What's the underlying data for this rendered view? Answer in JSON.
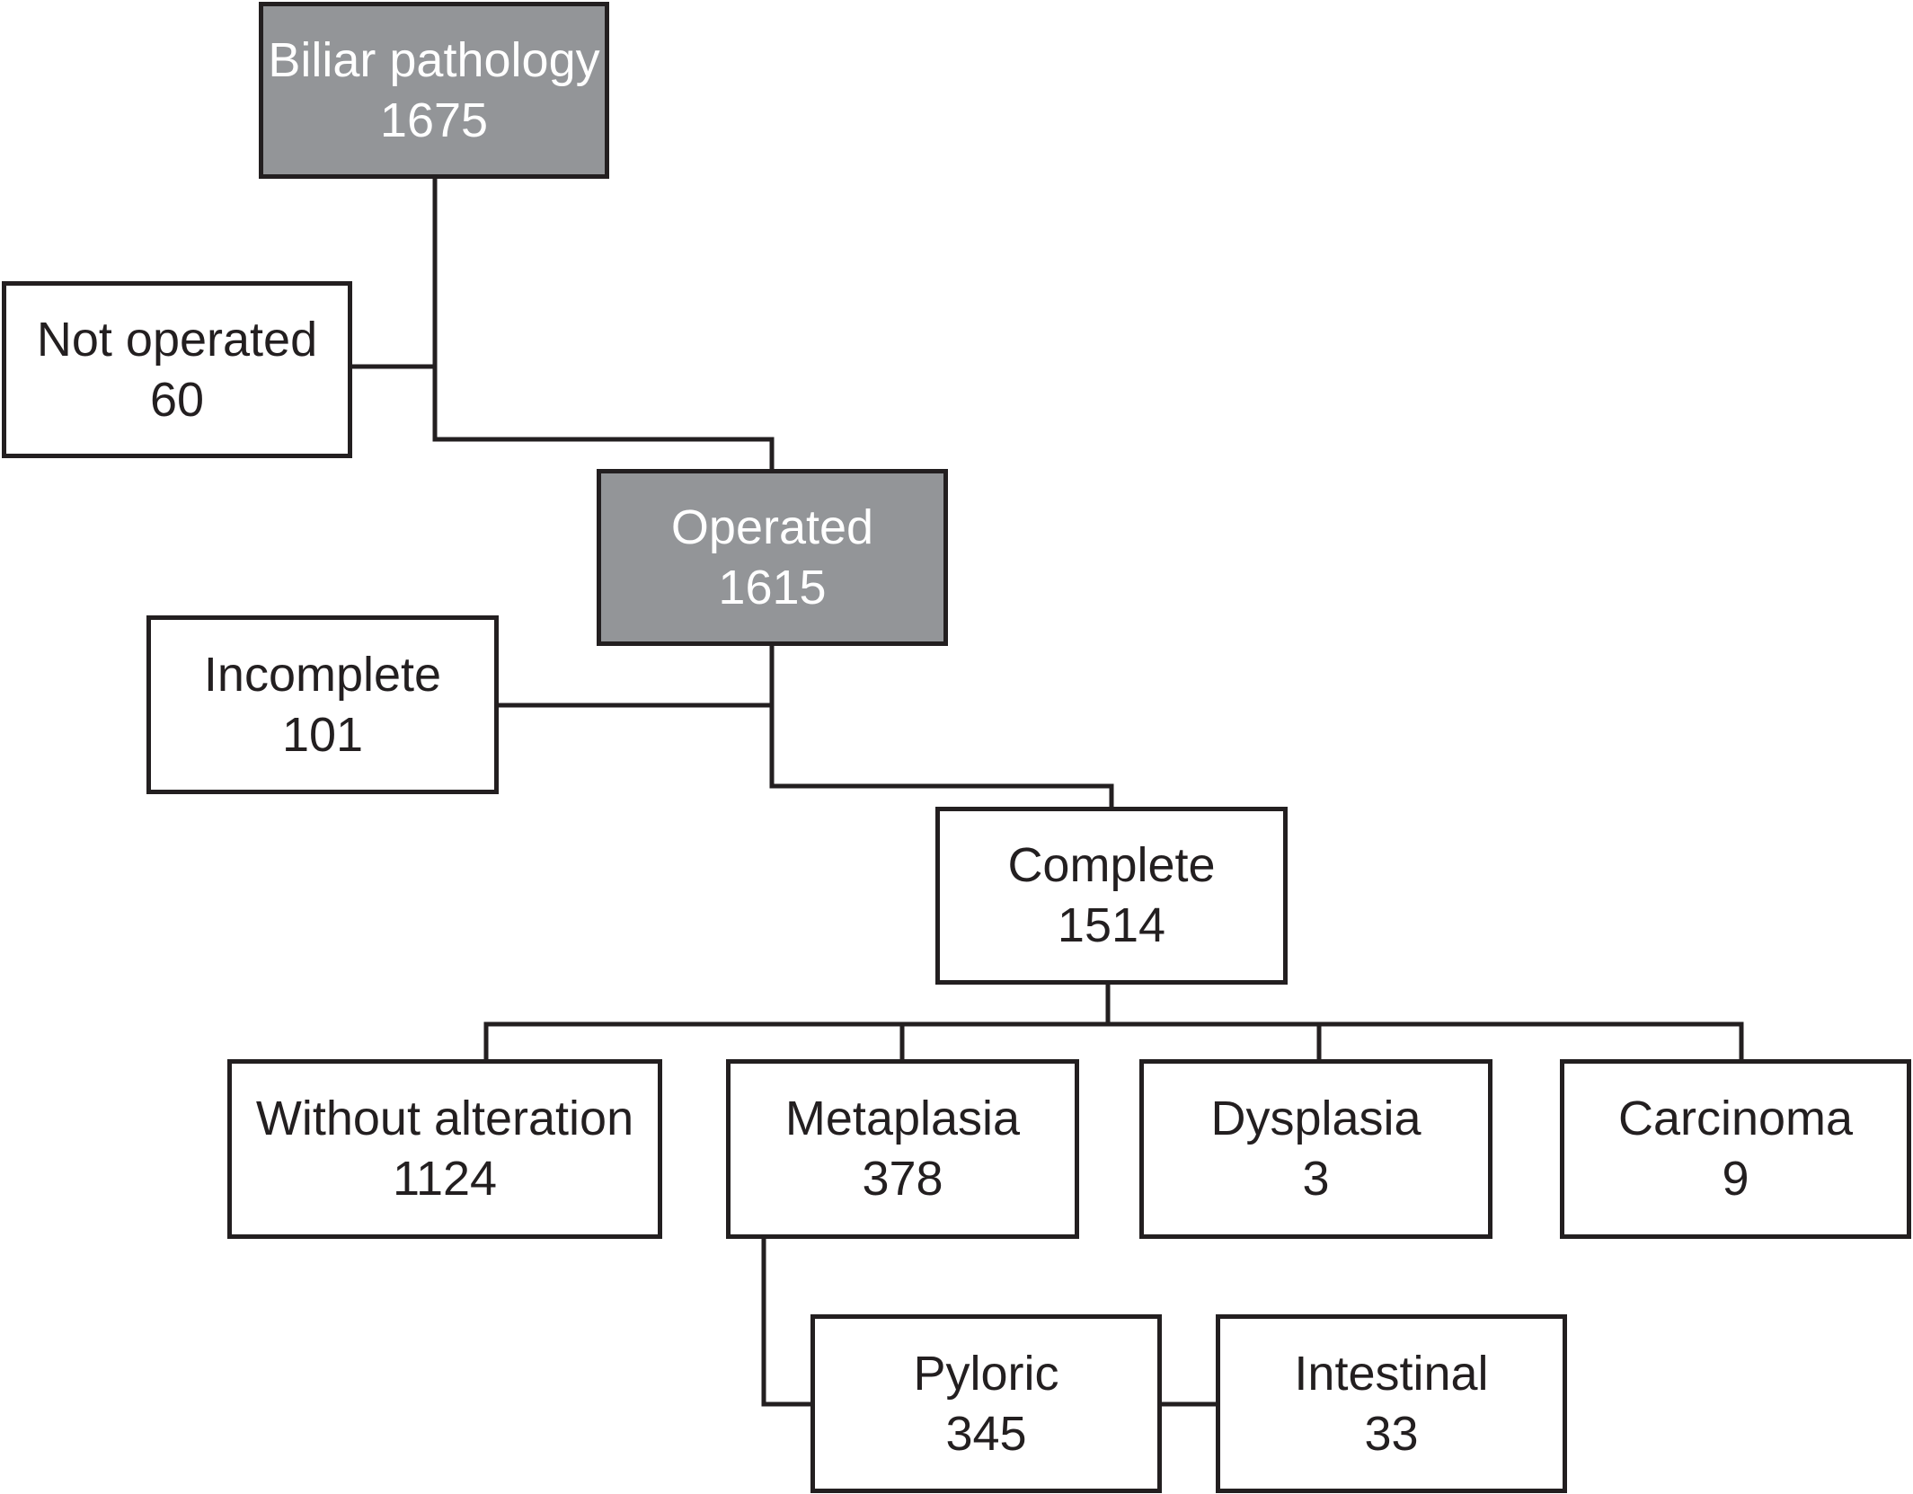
{
  "colors": {
    "line": "#231f20",
    "dark_fill": "#939598",
    "light_fill": "#ffffff",
    "dark_text": "#ffffff",
    "light_text": "#231f20"
  },
  "nodes": {
    "biliar_pathology": {
      "label": "Biliar pathology",
      "count": "1675"
    },
    "not_operated": {
      "label": "Not operated",
      "count": "60"
    },
    "operated": {
      "label": "Operated",
      "count": "1615"
    },
    "incomplete": {
      "label": "Incomplete",
      "count": "101"
    },
    "complete": {
      "label": "Complete",
      "count": "1514"
    },
    "without_alteration": {
      "label": "Without alteration",
      "count": "1124"
    },
    "metaplasia": {
      "label": "Metaplasia",
      "count": "378"
    },
    "dysplasia": {
      "label": "Dysplasia",
      "count": "3"
    },
    "carcinoma": {
      "label": "Carcinoma",
      "count": "9"
    },
    "pyloric": {
      "label": "Pyloric",
      "count": "345"
    },
    "intestinal": {
      "label": "Intestinal",
      "count": "33"
    }
  }
}
